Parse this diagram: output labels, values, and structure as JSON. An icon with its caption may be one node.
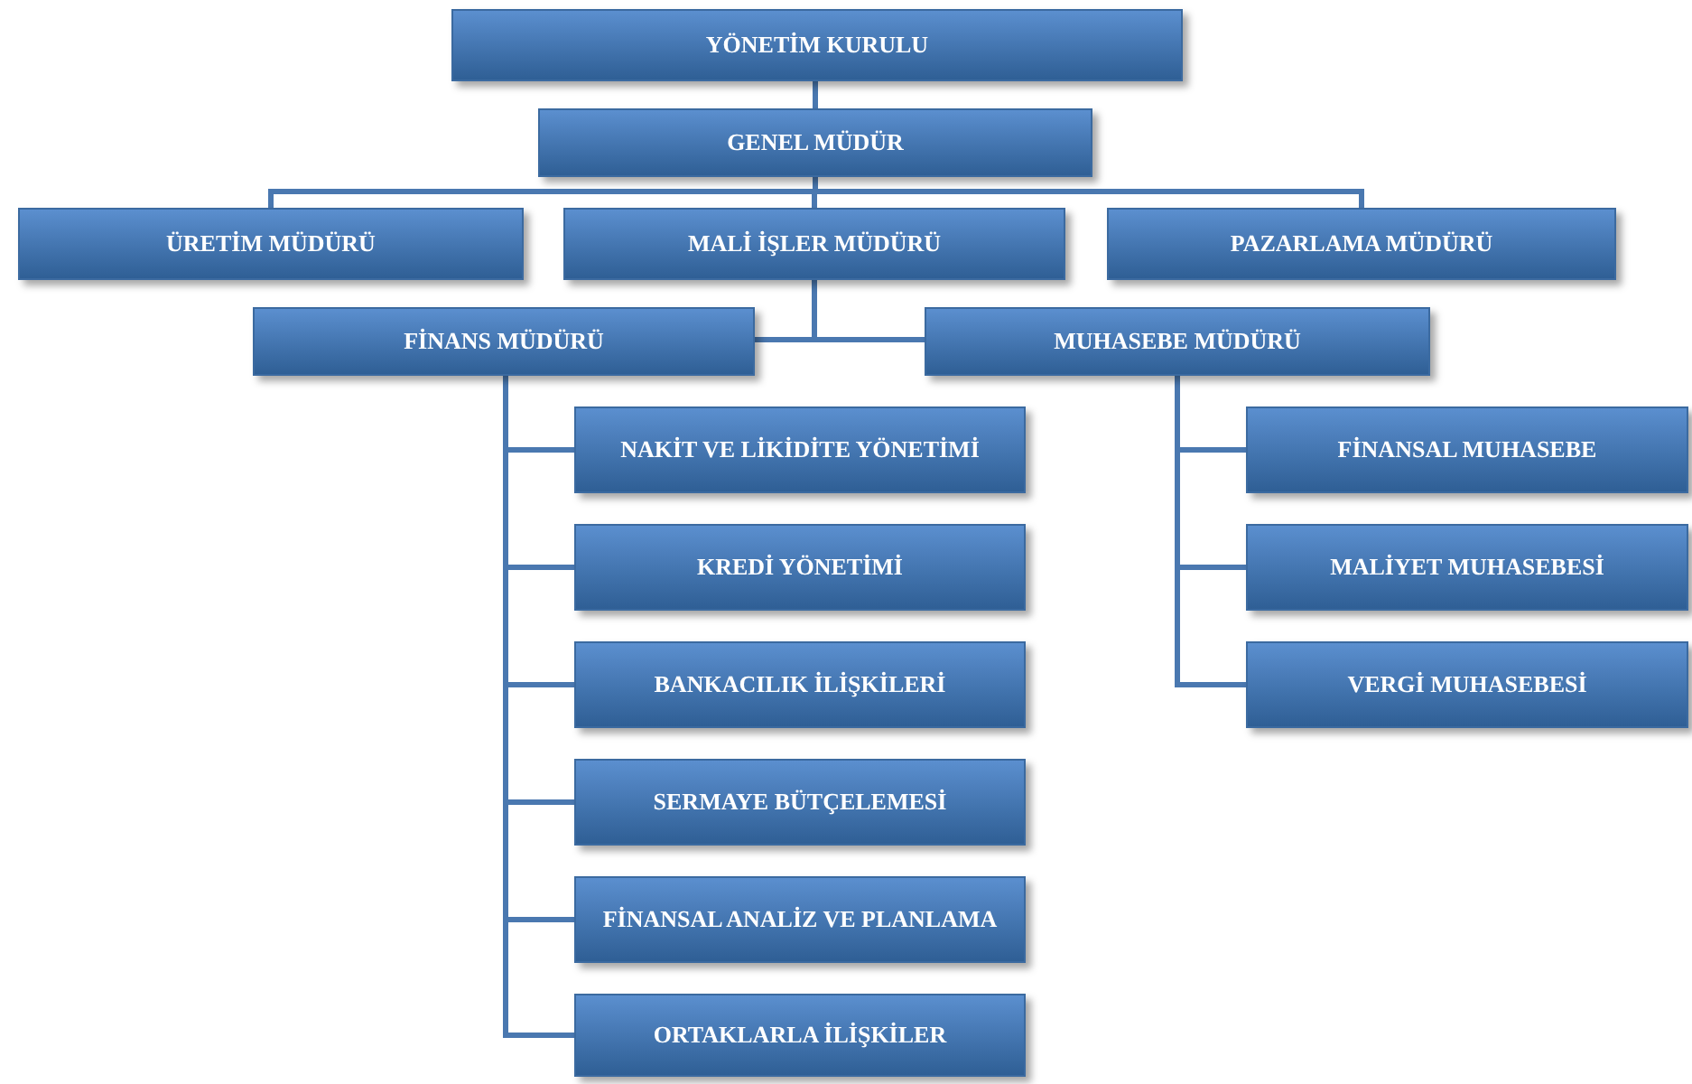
{
  "diagram": {
    "nodes": [
      {
        "text": [
          "YÖNETİM KURULU"
        ]
      },
      {
        "text": [
          "GENEL MÜDÜR"
        ]
      },
      {
        "text": [
          "ÜRETİM MÜDÜRÜ"
        ]
      },
      {
        "text": [
          "MALİ İŞLER MÜDÜRÜ"
        ]
      },
      {
        "text": [
          "PAZARLAMA MÜDÜRÜ"
        ]
      },
      {
        "text": [
          "FİNANS MÜDÜRÜ"
        ]
      },
      {
        "text": [
          "MUHASEBE MÜDÜRÜ"
        ]
      },
      {
        "text": [
          "NAKİT VE LİKİDİTE YÖNETİMİ"
        ]
      },
      {
        "text": [
          "KREDİ YÖNETİMİ"
        ]
      },
      {
        "text": [
          "BANKACILIK İLİŞKİLERİ"
        ]
      },
      {
        "text": [
          "SERMAYE BÜTÇELEMESİ"
        ]
      },
      {
        "text": [
          "FİNANSAL ANALİZ VE PLANLAMA"
        ]
      },
      {
        "text": [
          "ORTAKLARLA İLİŞKİLER"
        ]
      },
      {
        "text": [
          "FİNANSAL MUHASEBE"
        ]
      },
      {
        "text": [
          "MALİYET MUHASEBESİ"
        ]
      },
      {
        "text": [
          "VERGİ MUHASEBESİ"
        ]
      }
    ],
    "edges": [
      {
        "from": 0,
        "to": 1,
        "arrow": "none"
      },
      {
        "from": 1,
        "to": 2,
        "arrow": "none"
      },
      {
        "from": 1,
        "to": 3,
        "arrow": "none"
      },
      {
        "from": 1,
        "to": 4,
        "arrow": "none"
      },
      {
        "from": 3,
        "to": 5,
        "arrow": "none"
      },
      {
        "from": 3,
        "to": 6,
        "arrow": "none"
      },
      {
        "from": 5,
        "to": 7,
        "arrow": "none"
      },
      {
        "from": 5,
        "to": 8,
        "arrow": "none"
      },
      {
        "from": 5,
        "to": 9,
        "arrow": "none"
      },
      {
        "from": 5,
        "to": 10,
        "arrow": "none"
      },
      {
        "from": 5,
        "to": 11,
        "arrow": "none"
      },
      {
        "from": 5,
        "to": 12,
        "arrow": "none"
      },
      {
        "from": 6,
        "to": 13,
        "arrow": "none"
      },
      {
        "from": 6,
        "to": 14,
        "arrow": "none"
      },
      {
        "from": 6,
        "to": 15,
        "arrow": "none"
      }
    ]
  }
}
